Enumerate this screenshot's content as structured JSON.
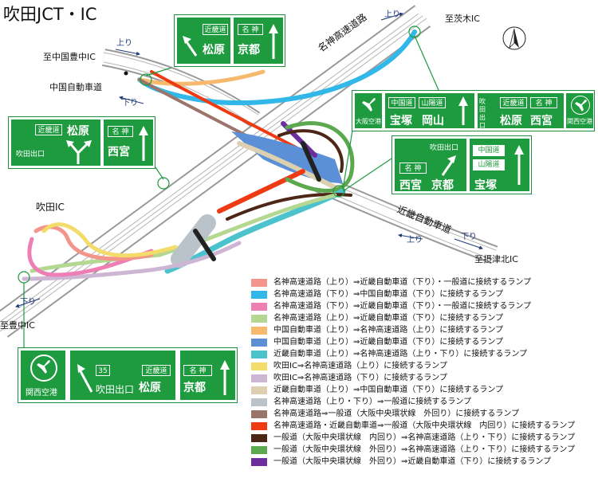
{
  "title": "吹田JCT・IC",
  "labels": {
    "to_chugoku_toyonaka": "至中国豊中IC",
    "chugoku_expressway": "中国自動車道",
    "to_ibaraki": "至茨木IC",
    "meishin_expressway": "名神高速道路",
    "suita_ic": "吹田IC",
    "kinki_expressway": "近畿自動車道",
    "to_settsu_kita": "至摂津北IC",
    "to_toyonaka": "至豊中IC"
  },
  "direction_labels": {
    "up": "上り",
    "down": "下り"
  },
  "signs": {
    "sign1": {
      "left_top": "近畿道",
      "left_main": "松原",
      "right_top": "名 神",
      "right_main": "京都"
    },
    "sign2": {
      "top_box": "近畿道",
      "top_main": "松原",
      "exit_label": "吹田出口",
      "right_top": "名 神",
      "right_main": "西宮"
    },
    "sign3": {
      "airport_label": "大阪空港",
      "box1": "中国道",
      "box2": "山陽道",
      "main1": "宝塚",
      "main2": "岡山",
      "exit_label": "吹田出口",
      "box3": "近畿道",
      "box4": "名 神",
      "main3": "松原",
      "main4": "西宮",
      "airport_label2": "関西空港"
    },
    "sign4": {
      "exit_label": "吹田出口",
      "box1": "名 神",
      "main1": "西宮",
      "main2": "京都",
      "box2": "中国道",
      "box3": "山陽道",
      "main3": "宝塚"
    },
    "sign5": {
      "airport_label": "関西空港",
      "route_number": "35",
      "exit_label": "吹田出口",
      "box1": "近畿道",
      "main1": "松原",
      "box2": "名 神",
      "main2": "京都"
    }
  },
  "legend": [
    {
      "color": "#f4958b",
      "text": "名神高速道路（上り）⇒近畿自動車道（下り）・一般道に接続するランプ"
    },
    {
      "color": "#31b7e8",
      "text": "名神高速道路（下り）⇒中国自動車道（下り）に接続するランプ"
    },
    {
      "color": "#ee7fb4",
      "text": "名神高速道路（下り）⇒近畿自動車道（下り）・一般道に接続するランプ"
    },
    {
      "color": "#b4d891",
      "text": "名神高速道路（上り）⇒近畿自動車道（下り）に接続するランプ"
    },
    {
      "color": "#f7b96d",
      "text": "中国自動車道（上り）⇒名神高速道路（上り）に接続するランプ"
    },
    {
      "color": "#5b8fd6",
      "text": "中国自動車道（上り）⇒近畿自動車道（下り）に接続するランプ"
    },
    {
      "color": "#4cc2cc",
      "text": "近畿自動車道（上り）⇒名神高速道路（上り・下り）に接続するランプ"
    },
    {
      "color": "#f4dc6a",
      "text": "吹田IC⇒名神高速道路（上り）に接続するランプ"
    },
    {
      "color": "#cdb5d4",
      "text": "吹田IC⇒名神高速道路（下り）に接続するランプ"
    },
    {
      "color": "#ddd0b0",
      "text": "近畿自動車道（上り）⇒中国自動車道（下り）に接続するランプ"
    },
    {
      "color": "#b9c3c9",
      "text": "名神高速道路（上り・下り）⇒一般道に接続するランプ"
    },
    {
      "color": "#9b756a",
      "text": "名神高速道路⇒一般道（大阪中央環状線　外回り）に接続するランプ"
    },
    {
      "color": "#ef3b14",
      "text": "名神高速道路・近畿自動車道⇒一般道（大阪中央環状線　内回り）に接続するランプ"
    },
    {
      "color": "#4d2716",
      "text": "一般道（大阪中央環状線　内回り）⇒名神高速道路（上り・下り）に接続するランプ"
    },
    {
      "color": "#5ba84e",
      "text": "一般道（大阪中央環状線　外回り）⇒名神高速道路（上り・下り）に接続するランプ"
    },
    {
      "color": "#6b2e9c",
      "text": "一般道（大阪中央環状線　外回り）⇒近畿自動車道（下り）に接続するランプ"
    }
  ]
}
